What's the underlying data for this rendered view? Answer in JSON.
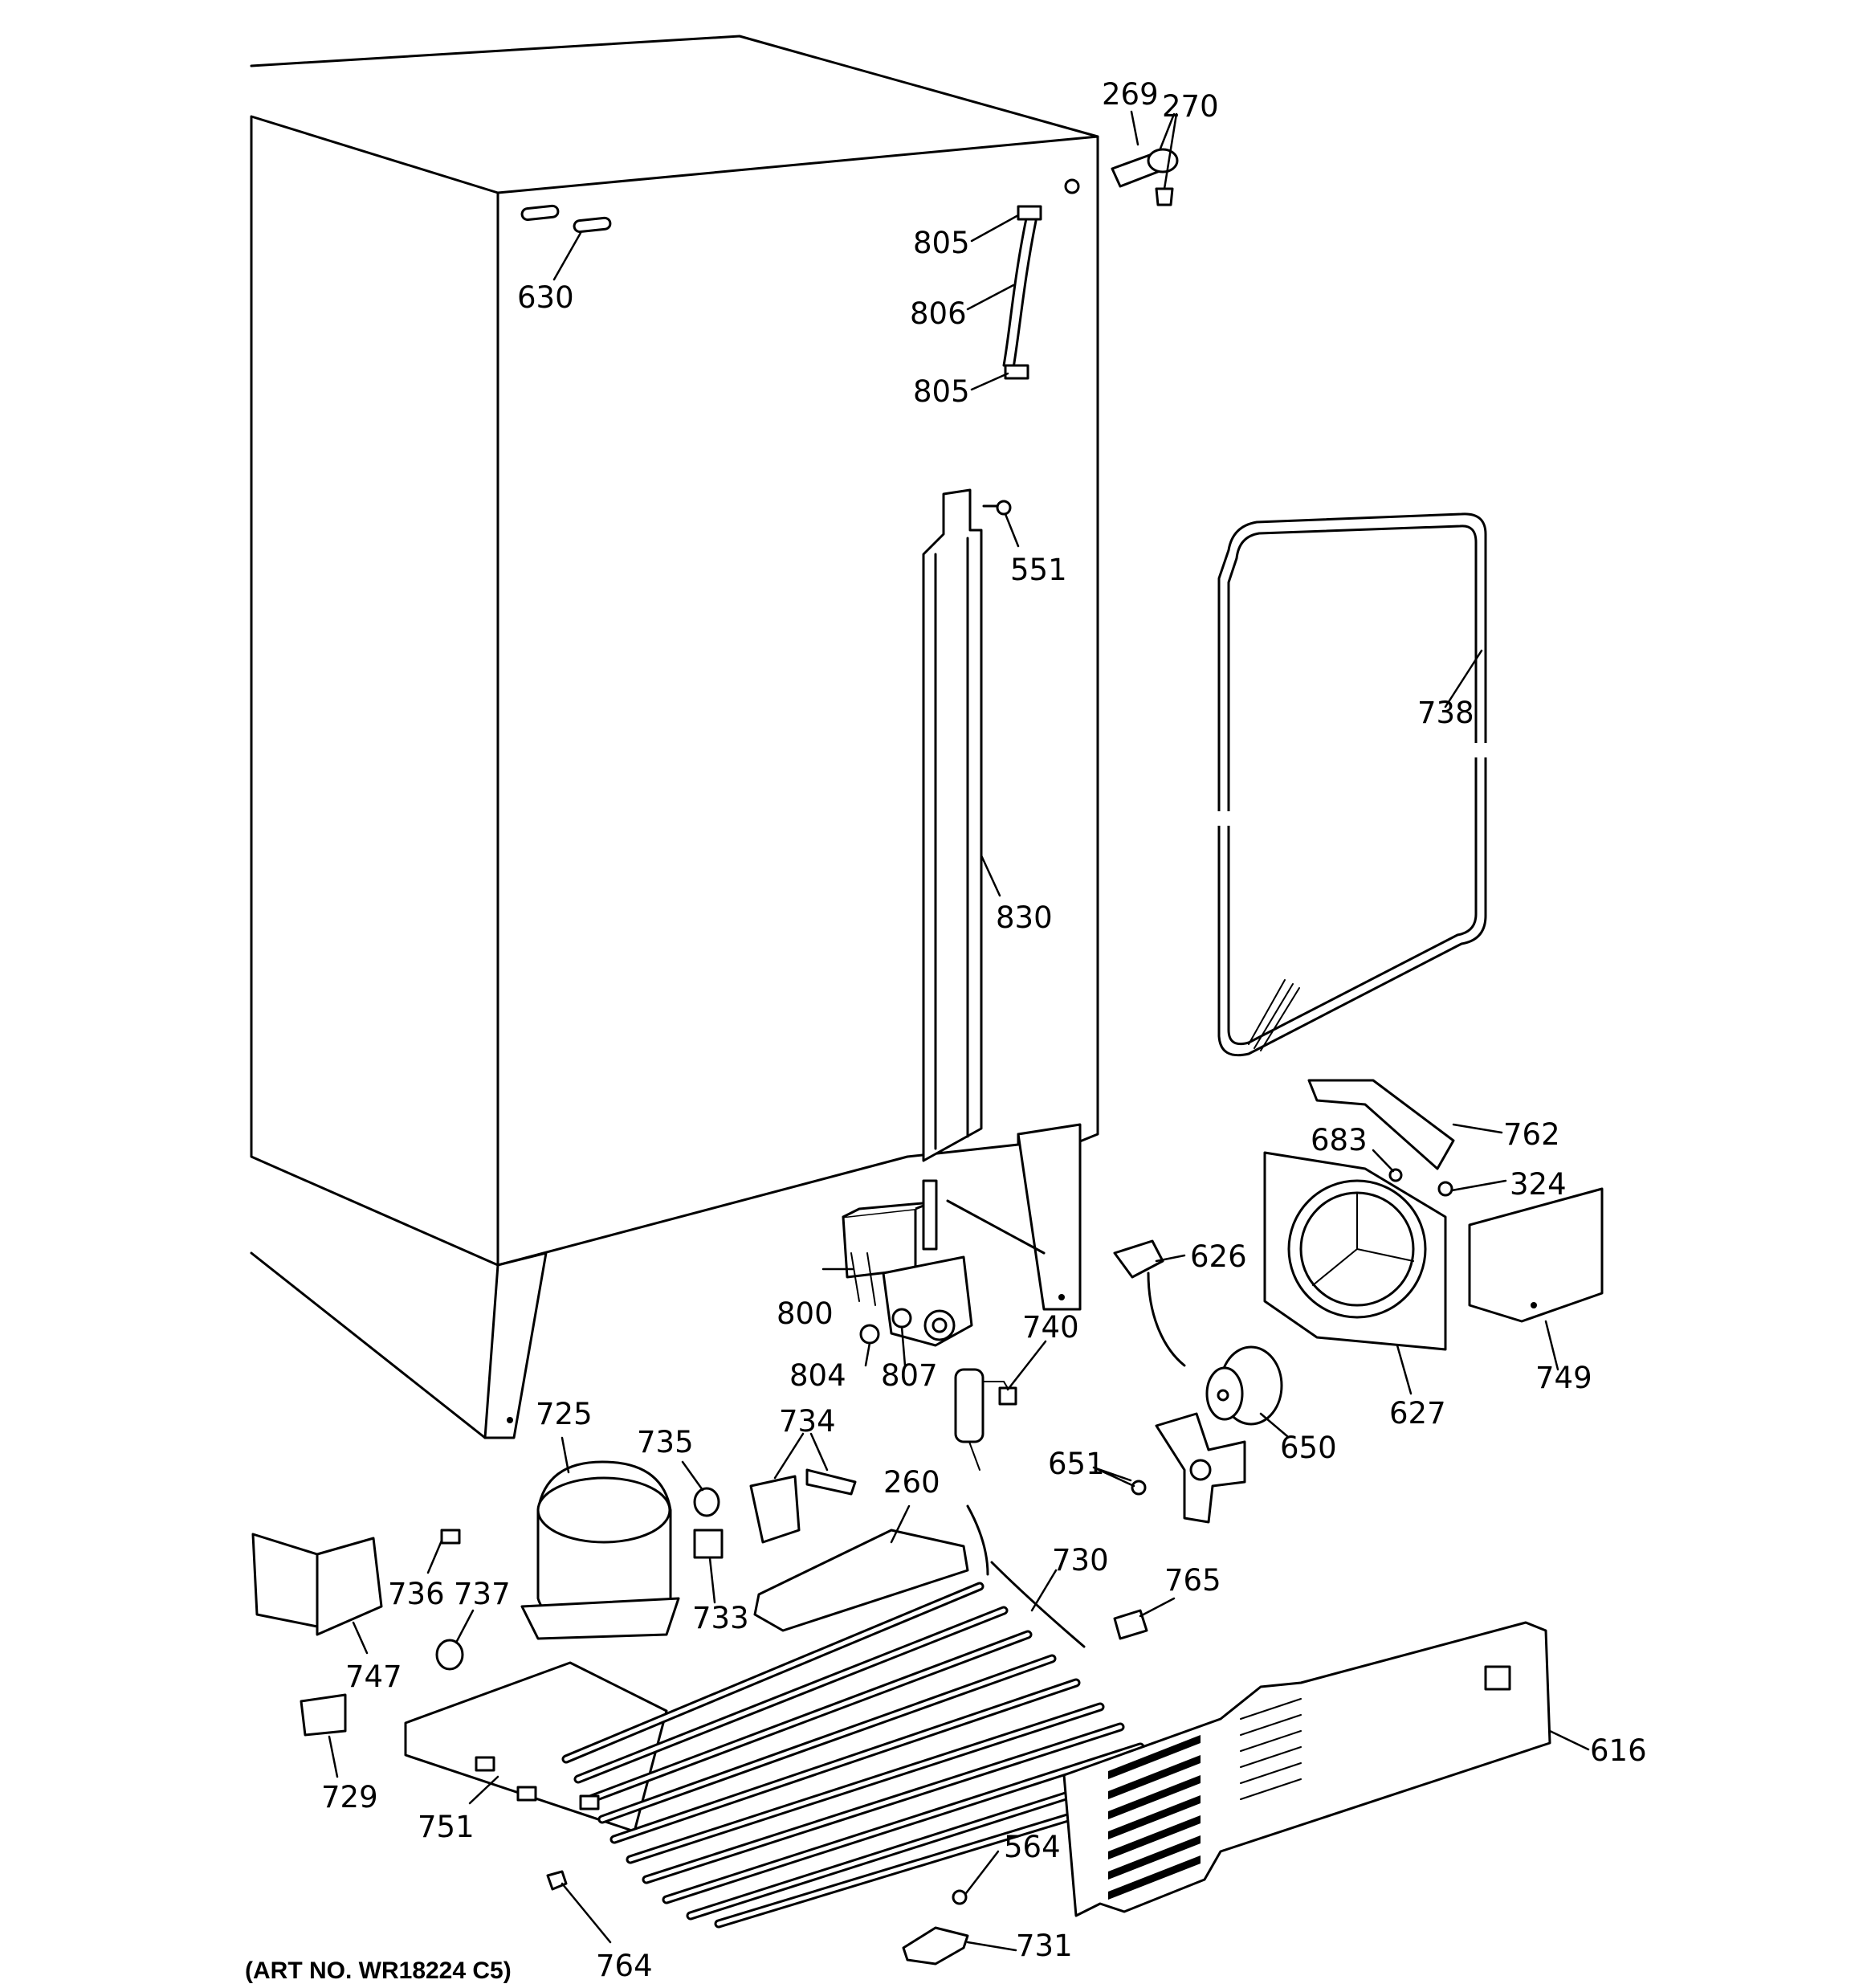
{
  "labels": {
    "p269": "269",
    "p270": "270",
    "p805a": "805",
    "p806": "806",
    "p805b": "805",
    "p630": "630",
    "p551": "551",
    "p738": "738",
    "p830": "830",
    "p762": "762",
    "p683": "683",
    "p324": "324",
    "p626": "626",
    "p800": "800",
    "p740": "740",
    "p804": "804",
    "p807": "807",
    "p627": "627",
    "p749": "749",
    "p650": "650",
    "p725": "725",
    "p735": "735",
    "p734": "734",
    "p651": "651",
    "p260": "260",
    "p736": "736",
    "p737": "737",
    "p733": "733",
    "p730": "730",
    "p765": "765",
    "p747": "747",
    "p616": "616",
    "p729": "729",
    "p751": "751",
    "p564": "564",
    "p764": "764",
    "p731": "731"
  },
  "art_number": "(ART NO. WR18224 C5)"
}
